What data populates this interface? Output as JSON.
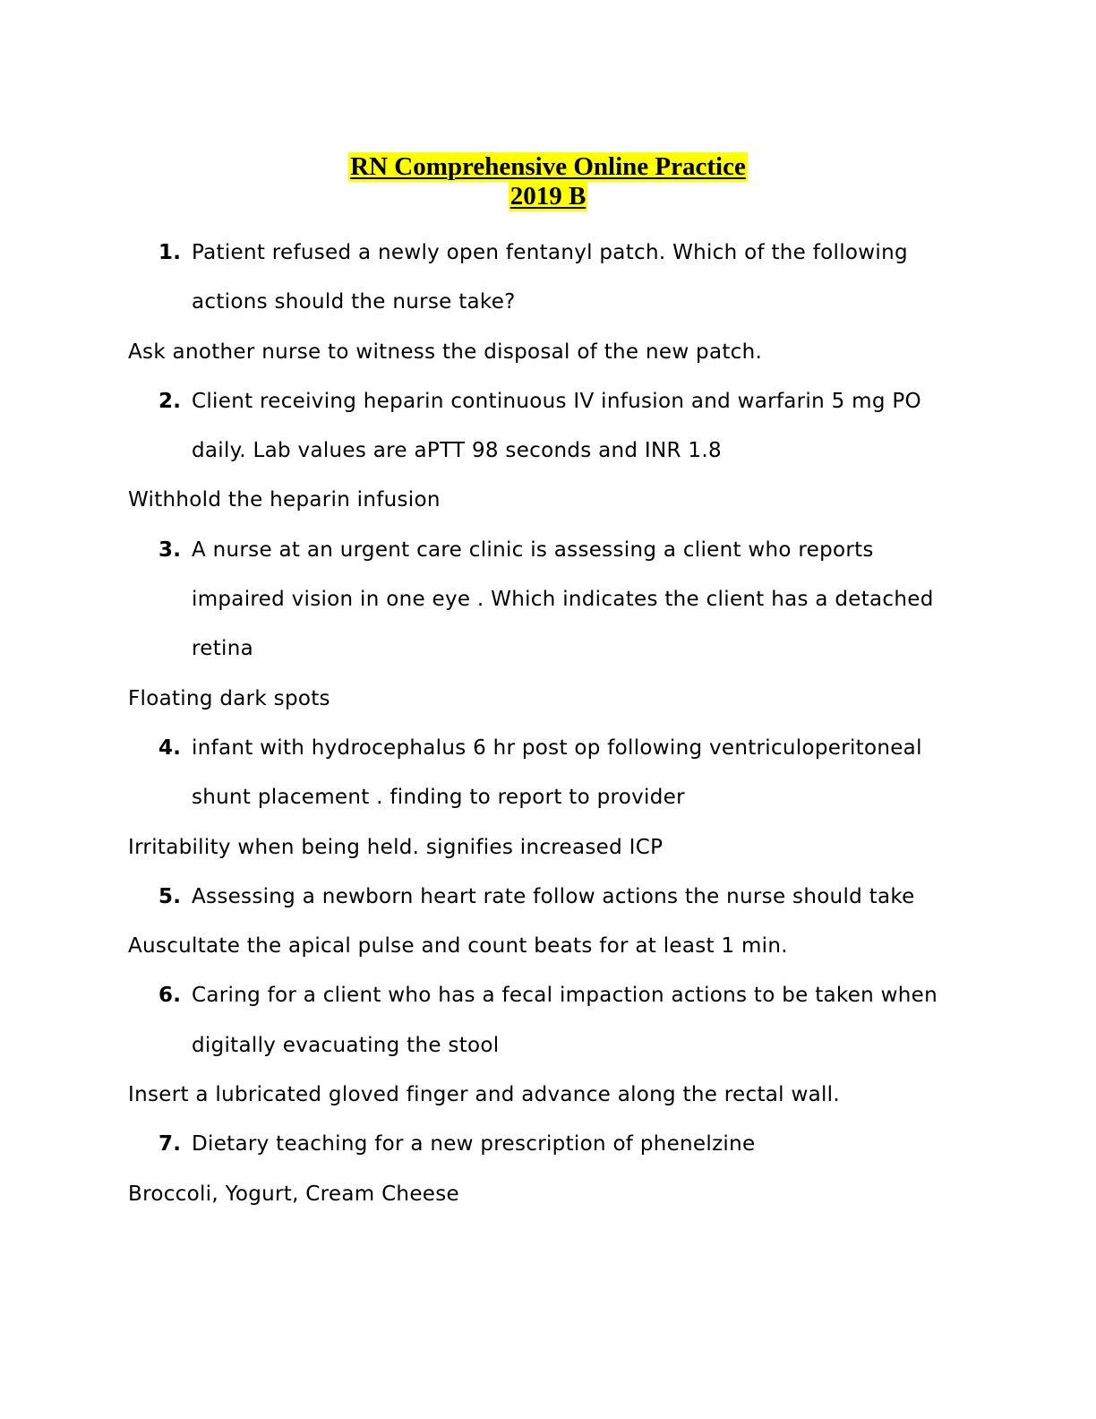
{
  "document": {
    "title_line1": "RN Comprehensive Online Practice ",
    "title_line2": "2019 B",
    "items": [
      {
        "number": "1.",
        "question": "Patient refused a newly open fentanyl patch. Which of the following actions should the nurse take?",
        "answer": "Ask another nurse to witness the disposal of the new patch."
      },
      {
        "number": "2.",
        "question": "Client receiving heparin continuous IV infusion and warfarin 5 mg PO daily. Lab values are aPTT 98 seconds and INR 1.8",
        "answer": "Withhold the heparin infusion"
      },
      {
        "number": "3.",
        "question": "A nurse at an urgent care clinic is assessing a client who reports impaired vision in one eye . Which indicates the client has a detached retina",
        "answer": "Floating dark spots"
      },
      {
        "number": "4.",
        "question": "infant with hydrocephalus 6 hr post op following ventriculoperitoneal shunt placement . finding to report to provider",
        "answer": "Irritability when being held. signifies increased ICP"
      },
      {
        "number": "5.",
        "question": "Assessing a newborn heart rate follow actions the nurse should take",
        "answer": "Auscultate the apical pulse and count beats for at least 1 min."
      },
      {
        "number": "6.",
        "question": "Caring for a client who has a fecal impaction actions to be taken when digitally evacuating the stool",
        "answer": "Insert a lubricated gloved finger and advance along the rectal wall."
      },
      {
        "number": "7.",
        "question": "Dietary teaching for a new prescription of phenelzine",
        "answer": "Broccoli, Yogurt, Cream Cheese"
      }
    ]
  }
}
